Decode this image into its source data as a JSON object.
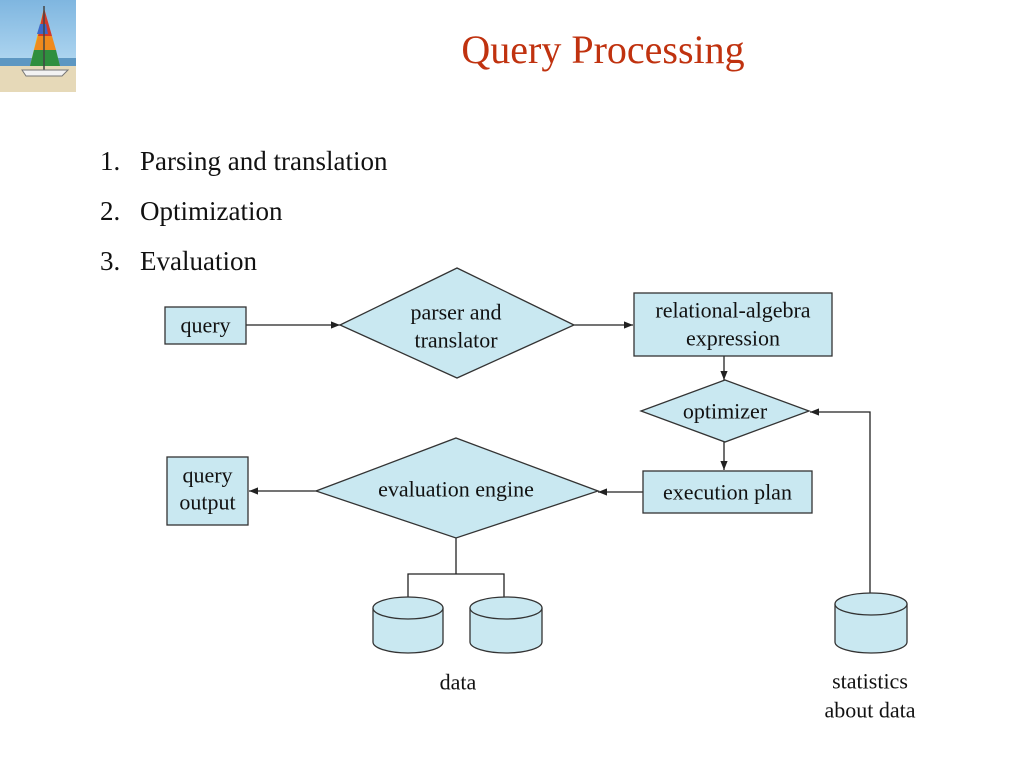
{
  "slide": {
    "title": "Query Processing",
    "steps": [
      {
        "num": "1.",
        "text": "Parsing and translation"
      },
      {
        "num": "2.",
        "text": "Optimization"
      },
      {
        "num": "3.",
        "text": "Evaluation"
      }
    ]
  },
  "diagram": {
    "query": "query",
    "parser_line1": "parser and",
    "parser_line2": "translator",
    "rae_line1": "relational-algebra",
    "rae_line2": "expression",
    "optimizer": "optimizer",
    "execution_plan": "execution plan",
    "evaluation_engine": "evaluation engine",
    "output_line1": "query",
    "output_line2": "output",
    "data": "data",
    "stats_line1": "statistics",
    "stats_line2": "about data"
  },
  "colors": {
    "shape_fill": "#c9e8f1",
    "shape_stroke": "#333333",
    "title": "#c0320f"
  }
}
